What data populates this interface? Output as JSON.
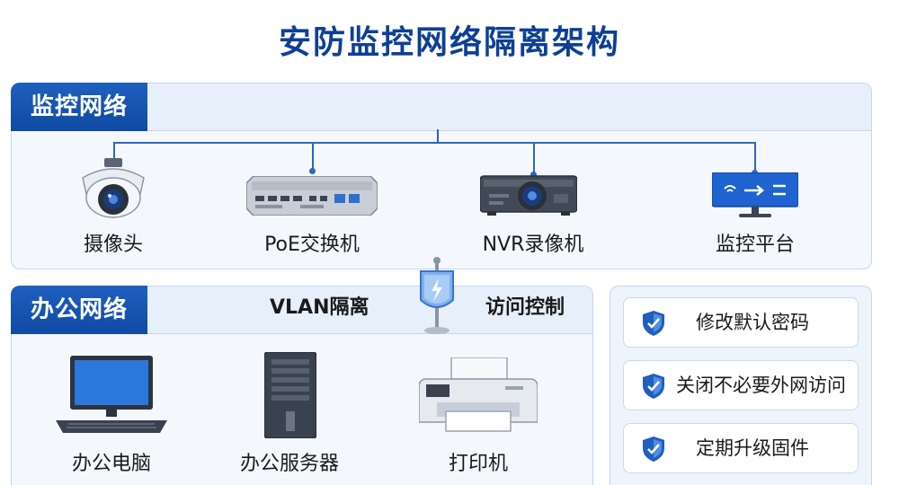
{
  "title": "安防监控网络隔离架构",
  "monitor_network": {
    "label": "监控网络",
    "devices": [
      {
        "label": "摄像头",
        "icon": "camera-icon"
      },
      {
        "label": "PoE交换机",
        "icon": "switch-icon"
      },
      {
        "label": "NVR录像机",
        "icon": "nvr-icon"
      },
      {
        "label": "监控平台",
        "icon": "monitor-platform-icon"
      }
    ]
  },
  "isolation": {
    "vlan_label": "VLAN隔离",
    "access_label": "访问控制",
    "icon": "firewall-flag-icon"
  },
  "office_network": {
    "label": "办公网络",
    "devices": [
      {
        "label": "办公电脑",
        "icon": "desktop-computer-icon"
      },
      {
        "label": "办公服务器",
        "icon": "server-tower-icon"
      },
      {
        "label": "打印机",
        "icon": "printer-icon"
      }
    ]
  },
  "security_measures": [
    {
      "label": "修改默认密码",
      "icon": "shield-check-icon"
    },
    {
      "label": "关闭不必要外网访问",
      "icon": "shield-check-icon"
    },
    {
      "label": "定期升级固件",
      "icon": "shield-check-icon"
    }
  ],
  "colors": {
    "brand_blue": "#0f4aa3",
    "title_blue": "#0d3f96",
    "line_blue": "#2c66c4"
  }
}
